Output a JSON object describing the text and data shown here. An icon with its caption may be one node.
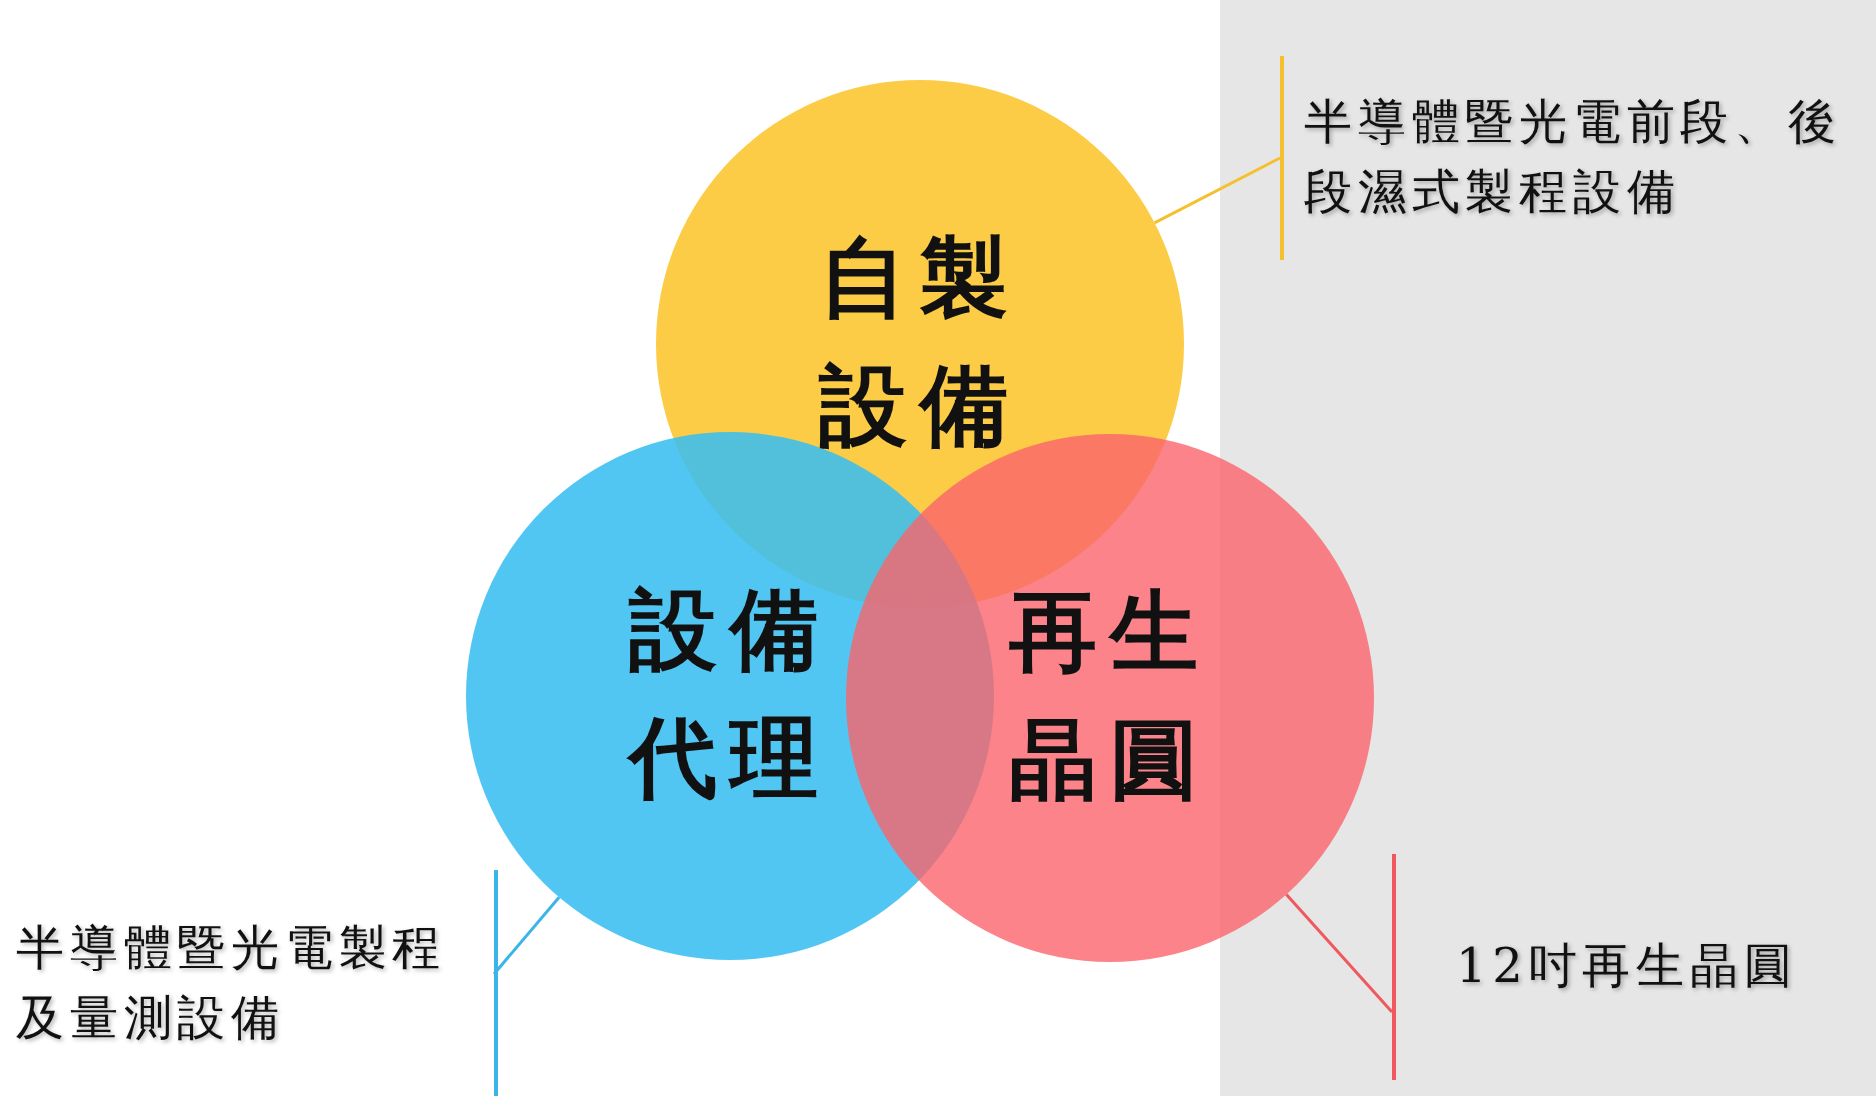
{
  "diagram": {
    "nodes": [
      {
        "text": [
          "自製設備"
        ]
      },
      {
        "text": [
          "設備代理"
        ]
      },
      {
        "text": [
          "再生晶圓"
        ]
      },
      {
        "text": [
          "半導體暨光電前段、後段濕式製程設備"
        ]
      },
      {
        "text": [
          "半導體暨光電製程及量測設備"
        ]
      },
      {
        "text": [
          "12吋再生晶圓"
        ]
      }
    ],
    "edges": [
      {
        "from": 3,
        "to": 0,
        "arrow": "none",
        "color": "#f5c02e"
      },
      {
        "from": 4,
        "to": 1,
        "arrow": "none",
        "color": "#3bb4e8"
      },
      {
        "from": 5,
        "to": 2,
        "arrow": "none",
        "color": "#f0585e"
      }
    ]
  }
}
